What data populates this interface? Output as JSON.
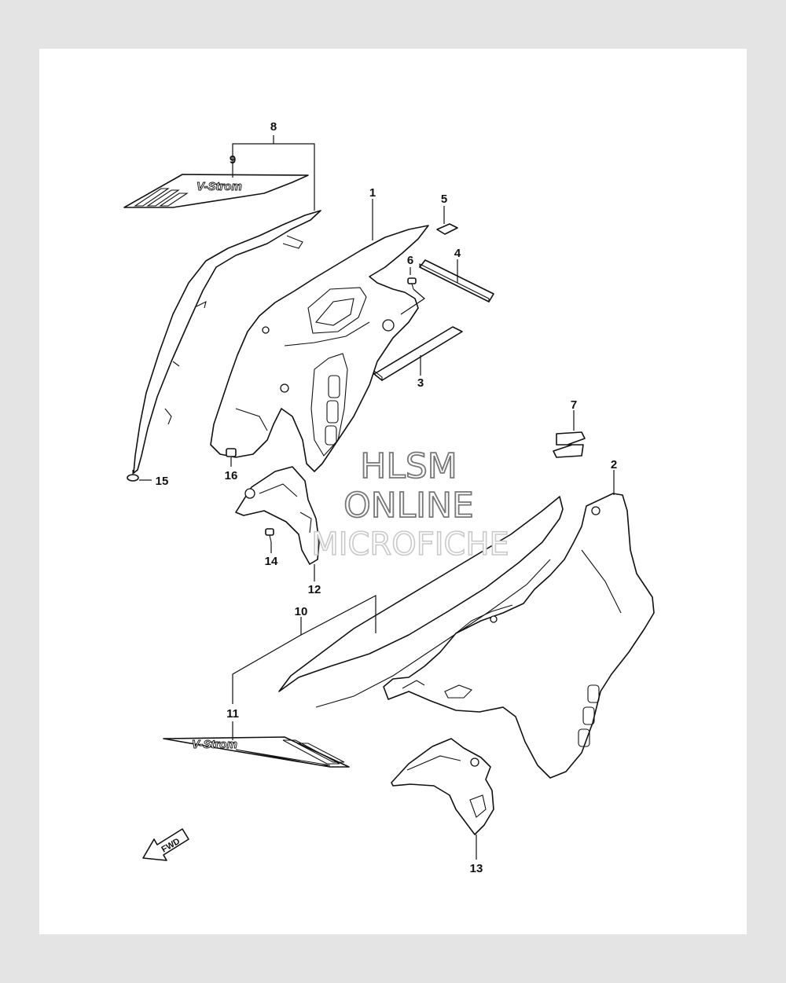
{
  "part_labels": [
    "1",
    "2",
    "3",
    "4",
    "5",
    "6",
    "7",
    "8",
    "9",
    "10",
    "11",
    "12",
    "13",
    "14",
    "15",
    "16"
  ],
  "watermark": {
    "line1": "HLSM",
    "line2": "ONLINE",
    "line3": "MICROFICHE"
  },
  "decal_text": "V-Strom",
  "fwd_label": "FWD"
}
